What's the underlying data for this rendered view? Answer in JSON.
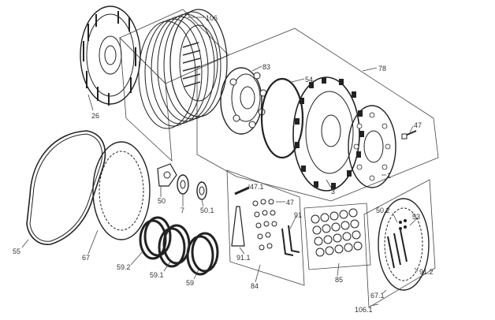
{
  "callouts": [
    {
      "id": "c106",
      "text": "106"
    },
    {
      "id": "c26",
      "text": "26"
    },
    {
      "id": "c83",
      "text": "83"
    },
    {
      "id": "c54",
      "text": "54"
    },
    {
      "id": "c78",
      "text": "78"
    },
    {
      "id": "c47",
      "text": "47"
    },
    {
      "id": "c1",
      "text": "1"
    },
    {
      "id": "c3",
      "text": "3"
    },
    {
      "id": "c50",
      "text": "50"
    },
    {
      "id": "c7",
      "text": "7"
    },
    {
      "id": "c501",
      "text": "50.1"
    },
    {
      "id": "c55",
      "text": "55"
    },
    {
      "id": "c67",
      "text": "67"
    },
    {
      "id": "c592",
      "text": "59.2"
    },
    {
      "id": "c591",
      "text": "59.1"
    },
    {
      "id": "c59",
      "text": "59"
    },
    {
      "id": "c471",
      "text": "47.1"
    },
    {
      "id": "c47b",
      "text": "47"
    },
    {
      "id": "c91",
      "text": "91"
    },
    {
      "id": "c911",
      "text": "91.1"
    },
    {
      "id": "c84",
      "text": "84"
    },
    {
      "id": "c85",
      "text": "85"
    },
    {
      "id": "c502",
      "text": "50.2"
    },
    {
      "id": "c53",
      "text": "53"
    },
    {
      "id": "c912",
      "text": "91.2"
    },
    {
      "id": "c671",
      "text": "67.1"
    },
    {
      "id": "c1061",
      "text": "106.1"
    }
  ]
}
